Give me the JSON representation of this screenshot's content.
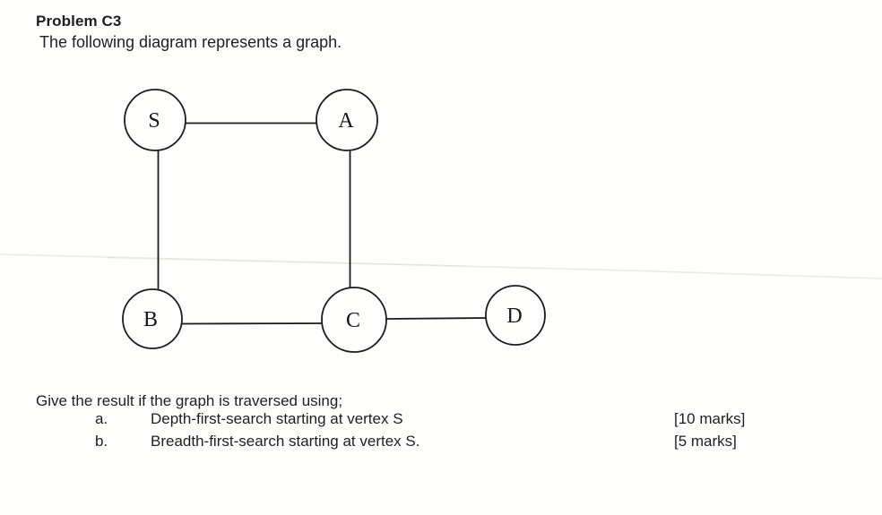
{
  "page": {
    "title": "Problem C3",
    "subtitle": "The following diagram represents a graph."
  },
  "diagram": {
    "nodes": [
      {
        "id": "S",
        "label": "S"
      },
      {
        "id": "A",
        "label": "A"
      },
      {
        "id": "B",
        "label": "B"
      },
      {
        "id": "C",
        "label": "C"
      },
      {
        "id": "D",
        "label": "D"
      }
    ],
    "edges": [
      [
        "S",
        "A"
      ],
      [
        "S",
        "B"
      ],
      [
        "A",
        "C"
      ],
      [
        "B",
        "C"
      ],
      [
        "C",
        "D"
      ]
    ],
    "ink_color": "#1c1c1c",
    "paper_color": "#fefefd"
  },
  "question": {
    "intro": "Give the result if the graph is traversed using;",
    "items": [
      {
        "letter": "a.",
        "text": "Depth-first-search starting at vertex S",
        "marks": "[10 marks]"
      },
      {
        "letter": "b.",
        "text": "Breadth-first-search starting at vertex S.",
        "marks": "[5 marks]"
      }
    ]
  }
}
